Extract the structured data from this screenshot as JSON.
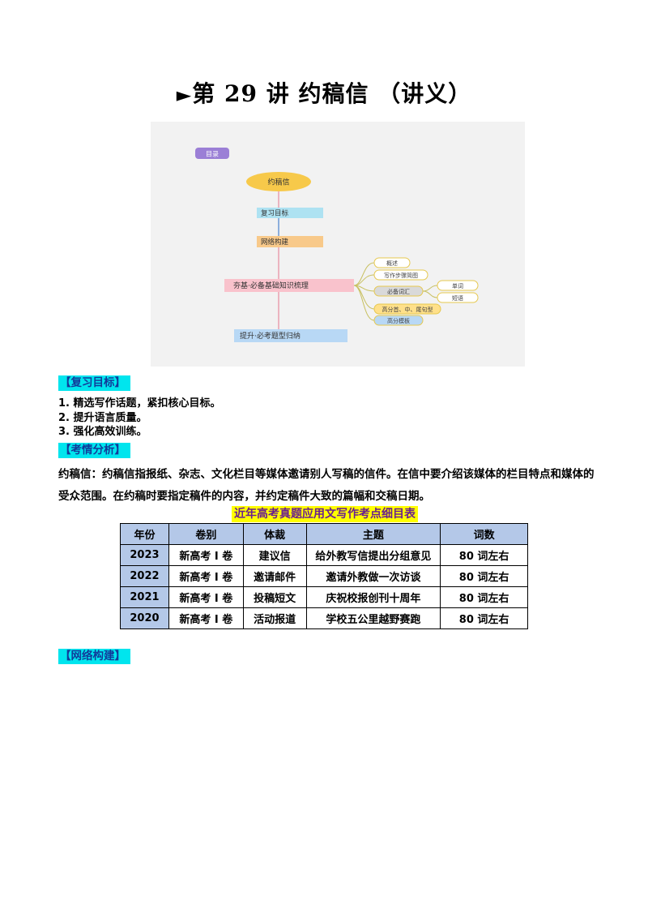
{
  "page": {
    "title_arrow": "►",
    "title": "第 29 讲   约稿信 （讲义）"
  },
  "mindmap": {
    "header": "目录",
    "root": "约稿信",
    "nodes": [
      "复习目标",
      "网络构建",
      "夯基·必备基础知识梳理",
      "提升·必考题型归纳"
    ],
    "branches": [
      "概述",
      "写作步骤简图",
      "必备词汇",
      "高分首、中、尾句型",
      "高分模板"
    ],
    "sub_branches": [
      "单词",
      "短语"
    ]
  },
  "sections": {
    "review_goals": "【复习目标】",
    "exam_analysis": "【考情分析】",
    "network": "【网络构建】"
  },
  "review_goals": [
    "1.  精选写作话题，紧扣核心目标。",
    "2.  提升语言质量。",
    "3.  强化高效训练。"
  ],
  "analysis_text": "约稿信：约稿信指报纸、杂志、文化栏目等媒体邀请别人写稿的信件。在信中要介绍该媒体的栏目特点和媒体的受众范围。在约稿时要指定稿件的内容，并约定稿件大致的篇幅和交稿日期。",
  "table": {
    "title": "近年高考真题应用文写作考点细目表",
    "headers": [
      "年份",
      "卷别",
      "体裁",
      "主题",
      "词数"
    ],
    "rows": [
      [
        "2023",
        "新高考 I 卷",
        "建议信",
        "给外教写信提出分组意见",
        "80 词左右"
      ],
      [
        "2022",
        "新高考 I 卷",
        "邀请邮件",
        "邀请外教做一次访谈",
        "80 词左右"
      ],
      [
        "2021",
        "新高考 I 卷",
        "投稿短文",
        "庆祝校报创刊十周年",
        "80 词左右"
      ],
      [
        "2020",
        "新高考 I 卷",
        "活动报道",
        "学校五公里越野赛跑",
        "80 词左右"
      ]
    ]
  },
  "colors": {
    "section_bg": "#00e5ee",
    "section_text": "#123a9a",
    "table_header_bg": "#b4c8e8",
    "table_title_bg": "#ffff00",
    "table_title_text": "#6a1f8f"
  }
}
